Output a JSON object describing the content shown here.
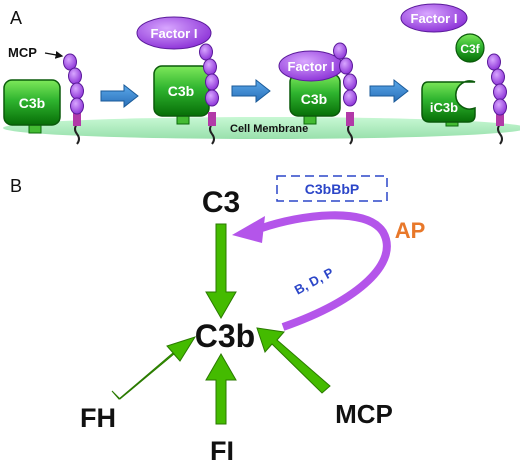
{
  "panel_a": {
    "letter": "A",
    "mcp_label": "MCP",
    "membrane_label": "Cell Membrane",
    "c3b_label": "C3b",
    "ic3b_label": "iC3b",
    "factor_i_label": "Factor I",
    "c3f_label": "C3f"
  },
  "panel_b": {
    "letter": "B",
    "c3_label": "C3",
    "c3b_label": "C3b",
    "fh_label": "FH",
    "fi_label": "FI",
    "mcp_label": "MCP",
    "ap_label": "AP",
    "convertase_label": "C3bBbP",
    "cofactors_label": "B, D, P"
  },
  "colors": {
    "green_light": "#66dd44",
    "green_dark": "#0a7a0a",
    "purple": "#a050e0",
    "purple_light": "#c080f8",
    "blue_arrow": "#3a86d0",
    "arrow_green": "#44bb00",
    "ap_orange": "#e8782a",
    "convertase_blue": "#2c46c8",
    "membrane": "#b4f0c4"
  },
  "icons": [
    "arrow-right-icon",
    "arrow-right-icon",
    "arrow-right-icon"
  ]
}
